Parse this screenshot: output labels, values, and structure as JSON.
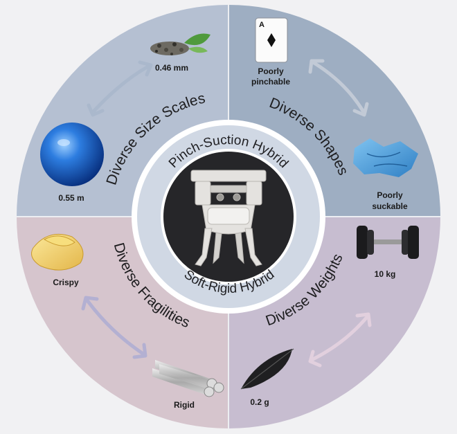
{
  "diagram": {
    "center_top_label": "Pinch-Suction Hybrid",
    "center_bottom_label": "Soft-Rigid Hybrid",
    "quadrants": {
      "size": {
        "title": "Diverse Size Scales",
        "label_small": "0.46 mm",
        "label_large": "0.55 m"
      },
      "shapes": {
        "title": "Diverse Shapes",
        "label_a_line1": "Poorly",
        "label_a_line2": "pinchable",
        "label_b_line1": "Poorly",
        "label_b_line2": "suckable"
      },
      "weights": {
        "title": "Diverse Weights",
        "label_heavy": "10 kg",
        "label_light": "0.2 g"
      },
      "fragilities": {
        "title": "Diverse Fragilities",
        "label_soft": "Crispy",
        "label_hard": "Rigid"
      }
    },
    "colors": {
      "size_quadrant": "#b5c0d2",
      "shapes_quadrant": "#9eaec2",
      "weights_quadrant": "#c7bdd0",
      "fragilities_quadrant": "#d6c5cd",
      "inner_ring": "#d0d8e4",
      "core": "#262629"
    },
    "icons": [
      "tea-leaves-icon",
      "playing-card-icon",
      "blue-ball-icon",
      "crumpled-cloth-icon",
      "potato-chips-icon",
      "dumbbell-icon",
      "metal-rods-icon",
      "feather-icon",
      "gripper-image"
    ]
  }
}
